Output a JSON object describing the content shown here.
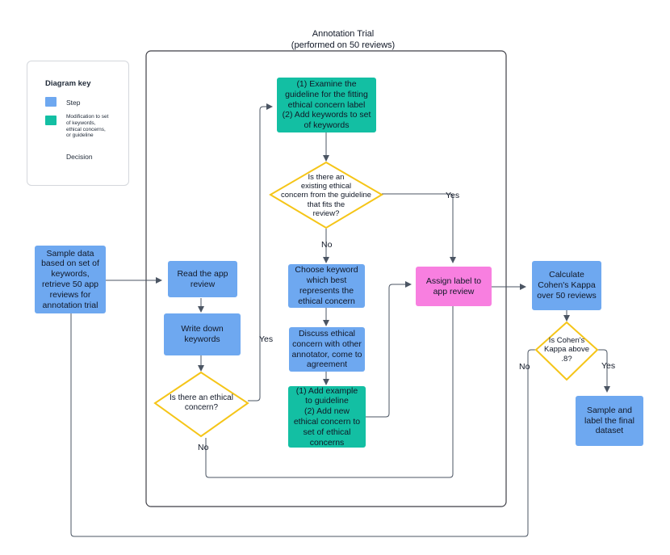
{
  "trial": {
    "title_line1": "Annotation Trial",
    "title_line2": "(performed on 50 reviews)"
  },
  "key": {
    "title": "Diagram key",
    "step": "Step",
    "modification": "Modification to set\nof keywords,\nethical concerns,\nor guideline",
    "decision": "Decision"
  },
  "colors": {
    "step": "#6ea8f0",
    "modification": "#13bfa3",
    "assign": "#f87fe0",
    "decision_border": "#f5c518",
    "frame": "#3f3f46",
    "arrow": "#4b5563"
  },
  "nodes": {
    "sample": "Sample data\nbased on set of\nkeywords,\nretrieve 50 app\nreviews for\nannotation trial",
    "read": "Read the app\nreview",
    "write": "Write down\nkeywords",
    "is_ethical": "Is there an ethical\nconcern?",
    "examine": "(1) Examine the\nguideline for the fitting\nethical concern label\n(2) Add keywords to set\nof keywords",
    "existing": "Is there an\nexisting ethical\nconcern from the guideline\nthat fits the\nreview?",
    "choose": "Choose keyword\nwhich best\nrepresents the\nethical concern",
    "discuss": "Discuss ethical\nconcern with other\nannotator, come to\nagreement",
    "add_example": "(1) Add example\nto guideline\n(2) Add new\nethical concern to\nset of ethical\nconcerns",
    "assign": "Assign label to\napp review",
    "calculate": "Calculate\nCohen's Kappa\nover 50 reviews",
    "kappa": "Is Cohen's\nKappa above\n.8?",
    "final": "Sample and\nlabel the final\ndataset"
  },
  "edges": {
    "yes_ethical": "Yes",
    "no_ethical": "No",
    "yes_existing": "Yes",
    "no_existing": "No",
    "yes_kappa": "Yes",
    "no_kappa": "No"
  }
}
